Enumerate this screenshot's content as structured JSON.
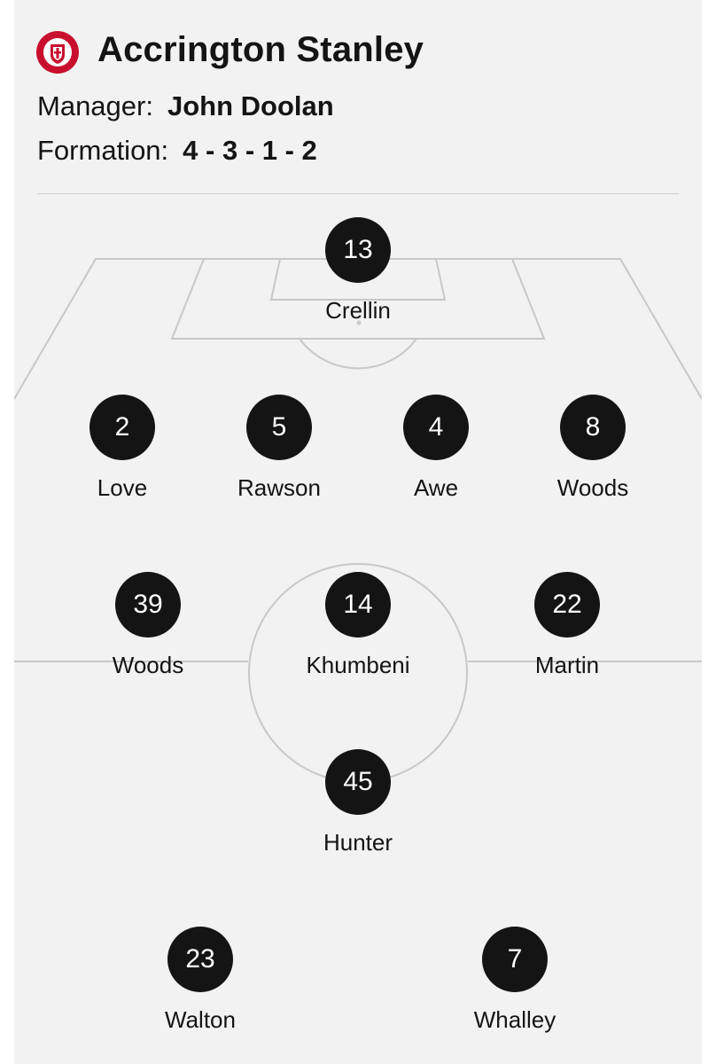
{
  "team": {
    "name": "Accrington Stanley",
    "crest_icon": "club-crest-icon",
    "manager_label": "Manager:",
    "manager": "John Doolan",
    "formation_label": "Formation:",
    "formation": "4 - 3 - 1 - 2"
  },
  "players": [
    {
      "number": "13",
      "name": "Crellin"
    },
    {
      "number": "2",
      "name": "Love"
    },
    {
      "number": "5",
      "name": "Rawson"
    },
    {
      "number": "4",
      "name": "Awe"
    },
    {
      "number": "8",
      "name": "Woods"
    },
    {
      "number": "39",
      "name": "Woods"
    },
    {
      "number": "14",
      "name": "Khumbeni"
    },
    {
      "number": "22",
      "name": "Martin"
    },
    {
      "number": "45",
      "name": "Hunter"
    },
    {
      "number": "23",
      "name": "Walton"
    },
    {
      "number": "7",
      "name": "Whalley"
    }
  ],
  "colors": {
    "badge": "#141414",
    "badge_text": "#ffffff",
    "pitch_lines": "#c8c8c8",
    "background": "#f2f2f2",
    "crest_red": "#c8102e"
  }
}
